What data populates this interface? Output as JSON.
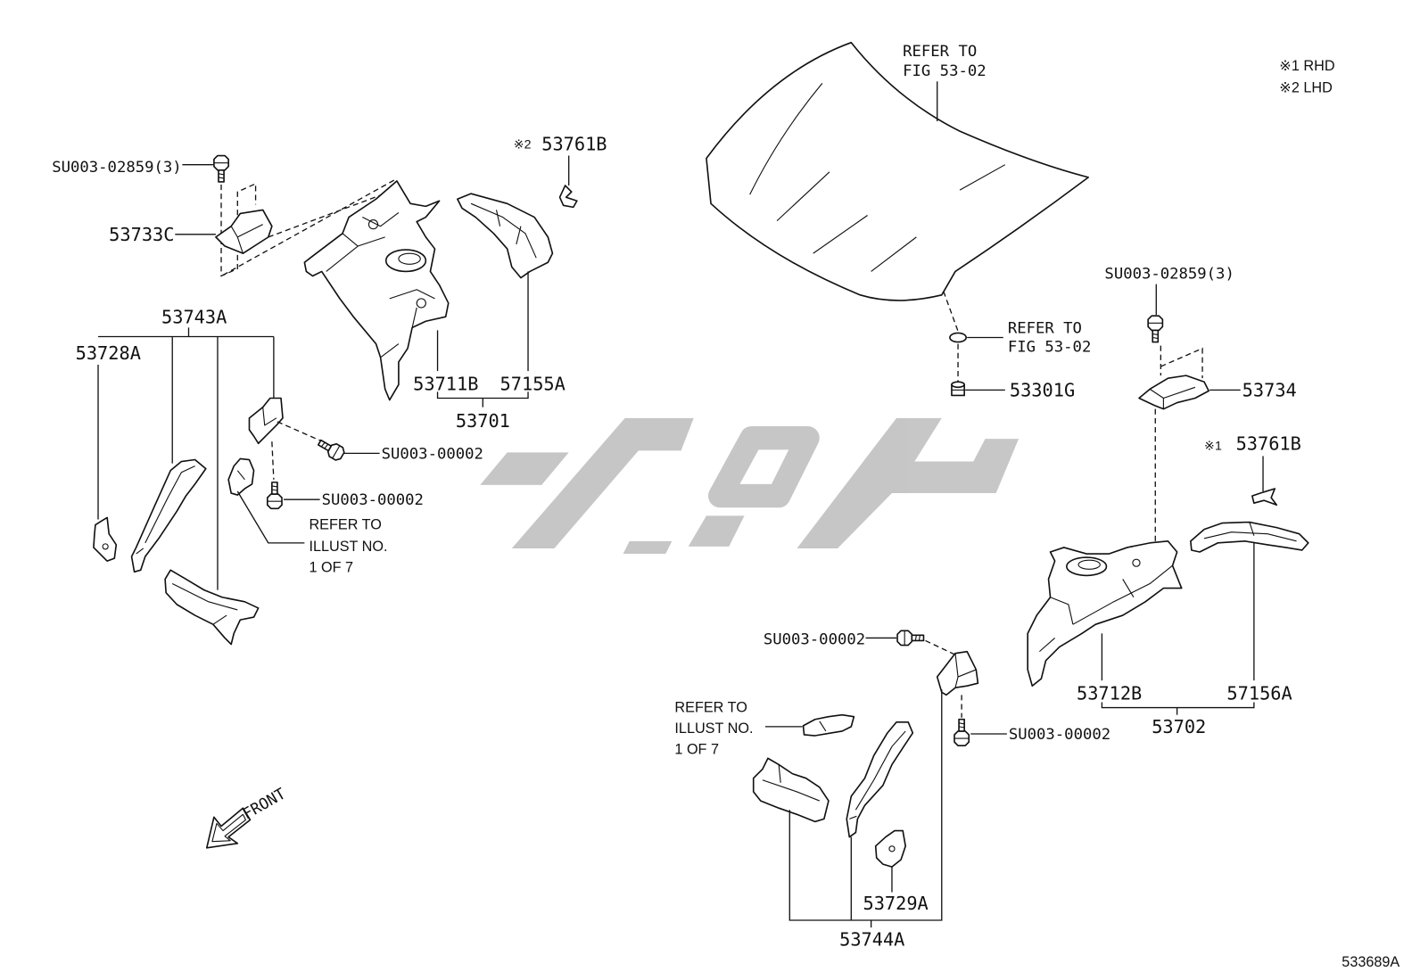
{
  "figure_code": "533689A",
  "notes": [
    "※1 RHD",
    "※2 LHD"
  ],
  "direction_label": "FRONT",
  "hood": {
    "refer": [
      "REFER TO",
      "FIG 53-02"
    ]
  },
  "hood_support": {
    "refer": [
      "REFER TO",
      "FIG 53-02"
    ],
    "cushion": "53301G"
  },
  "left_side": {
    "bolt_top": "SU003-02859(3)",
    "bracket": "53733C",
    "clip_note": "※2",
    "clip": "53761B",
    "apron": "53711B",
    "seal": "57155A",
    "apron_assy": "53701",
    "member_group": "53743A",
    "gusset": "53728A",
    "bolt_side": "SU003-00002",
    "bolt_bottom": "SU003-00002",
    "refer": [
      "REFER TO",
      "ILLUST NO.",
      "1 OF 7"
    ]
  },
  "right_side": {
    "bolt_top": "SU003-02859(3)",
    "bracket": "53734",
    "clip_note": "※1",
    "clip": "53761B",
    "apron": "53712B",
    "seal": "57156A",
    "apron_assy": "53702",
    "bolt_side": "SU003-00002",
    "bolt_bottom": "SU003-00002",
    "refer": [
      "REFER TO",
      "ILLUST NO.",
      "1 OF 7"
    ],
    "gusset": "53729A",
    "member_group": "53744A"
  },
  "colors": {
    "line": "#111111",
    "watermark": "#c4c4c4",
    "background": "#ffffff"
  }
}
